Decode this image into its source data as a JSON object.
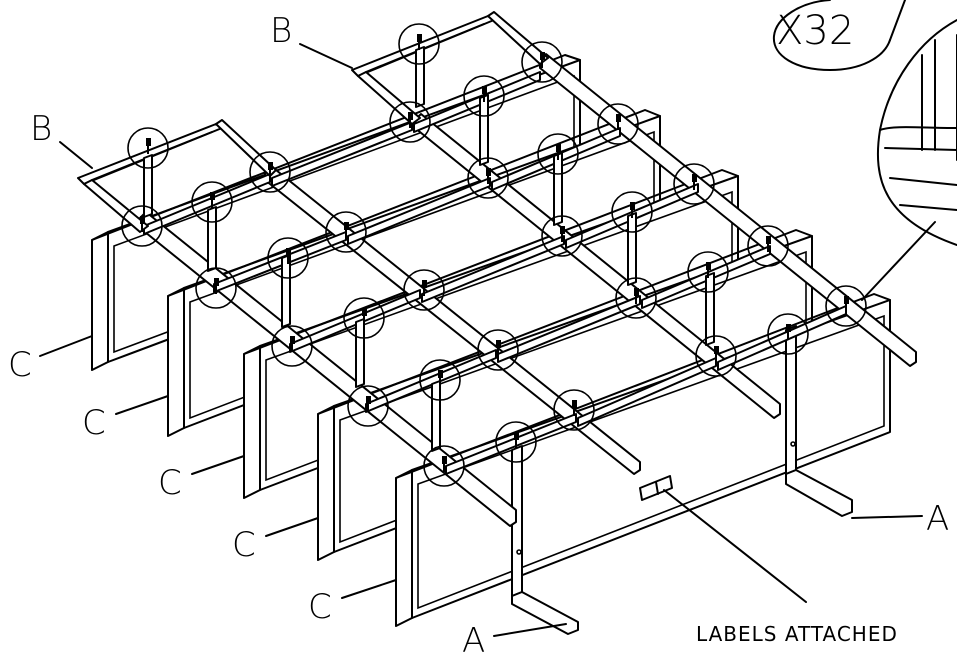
{
  "labels": {
    "a": "A",
    "b": "B",
    "c": "C",
    "multiplier": "X32",
    "note": "LABELS ATTACHED"
  }
}
